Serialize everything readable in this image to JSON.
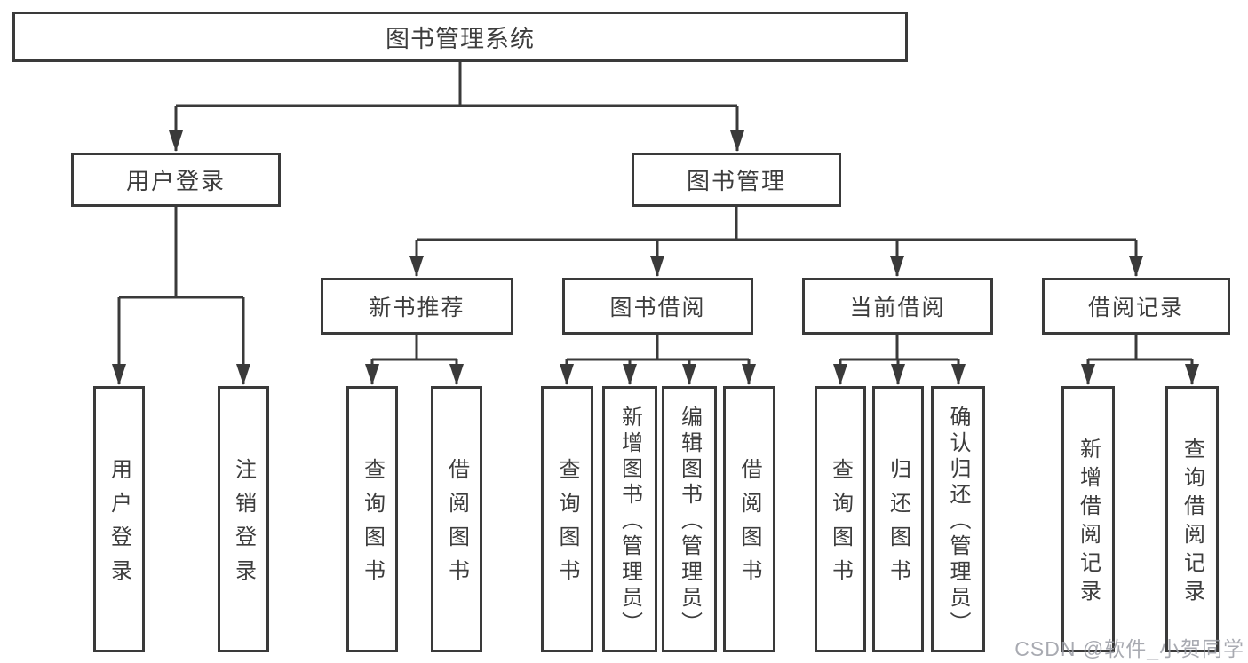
{
  "diagram": {
    "root": {
      "label": "图书管理系统"
    },
    "branches": [
      {
        "label": "用户登录",
        "children": [
          {
            "label": "用户登录"
          },
          {
            "label": "注销登录"
          }
        ]
      },
      {
        "label": "图书管理",
        "children": [
          {
            "label": "新书推荐",
            "children": [
              {
                "label": "查询图书"
              },
              {
                "label": "借阅图书"
              }
            ]
          },
          {
            "label": "图书借阅",
            "children": [
              {
                "label": "查询图书"
              },
              {
                "label": "新增图书（管理员）"
              },
              {
                "label": "编辑图书（管理员）"
              },
              {
                "label": "借阅图书"
              }
            ]
          },
          {
            "label": "当前借阅",
            "children": [
              {
                "label": "查询图书"
              },
              {
                "label": "归还图书"
              },
              {
                "label": "确认归还（管理员）"
              }
            ]
          },
          {
            "label": "借阅记录",
            "children": [
              {
                "label": "新增借阅记录"
              },
              {
                "label": "查询借阅记录"
              }
            ]
          }
        ]
      }
    ]
  },
  "watermark": {
    "text": "CSDN @软件_小贺同学"
  },
  "colors": {
    "line": "#3a3a3a",
    "text": "#3d3d3d",
    "background": "#ffffff",
    "watermark": "#9a9ca4"
  }
}
